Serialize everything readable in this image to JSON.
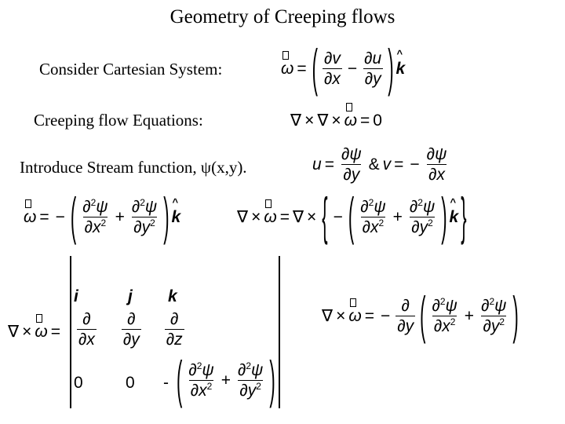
{
  "title": "Geometry of Creeping flows",
  "labels": {
    "cartesian": "Consider Cartesian System:",
    "creeping": "Creeping flow Equations:",
    "stream": "Introduce Stream function, ψ(x,y)."
  },
  "symbols": {
    "omega": "ω",
    "u": "u",
    "v": "v",
    "psi": "ψ",
    "nabla": "∇",
    "times": "×",
    "eq": "=",
    "minus": "−",
    "plus": "+",
    "amp": "&",
    "zero": "0",
    "k": "k",
    "hat": "^",
    "partial": "∂",
    "x": "x",
    "y": "y",
    "z": "z",
    "sq": "2"
  },
  "determinant": {
    "row1": [
      "i",
      "j",
      "k"
    ],
    "row3": [
      "0",
      "0",
      "-"
    ]
  }
}
